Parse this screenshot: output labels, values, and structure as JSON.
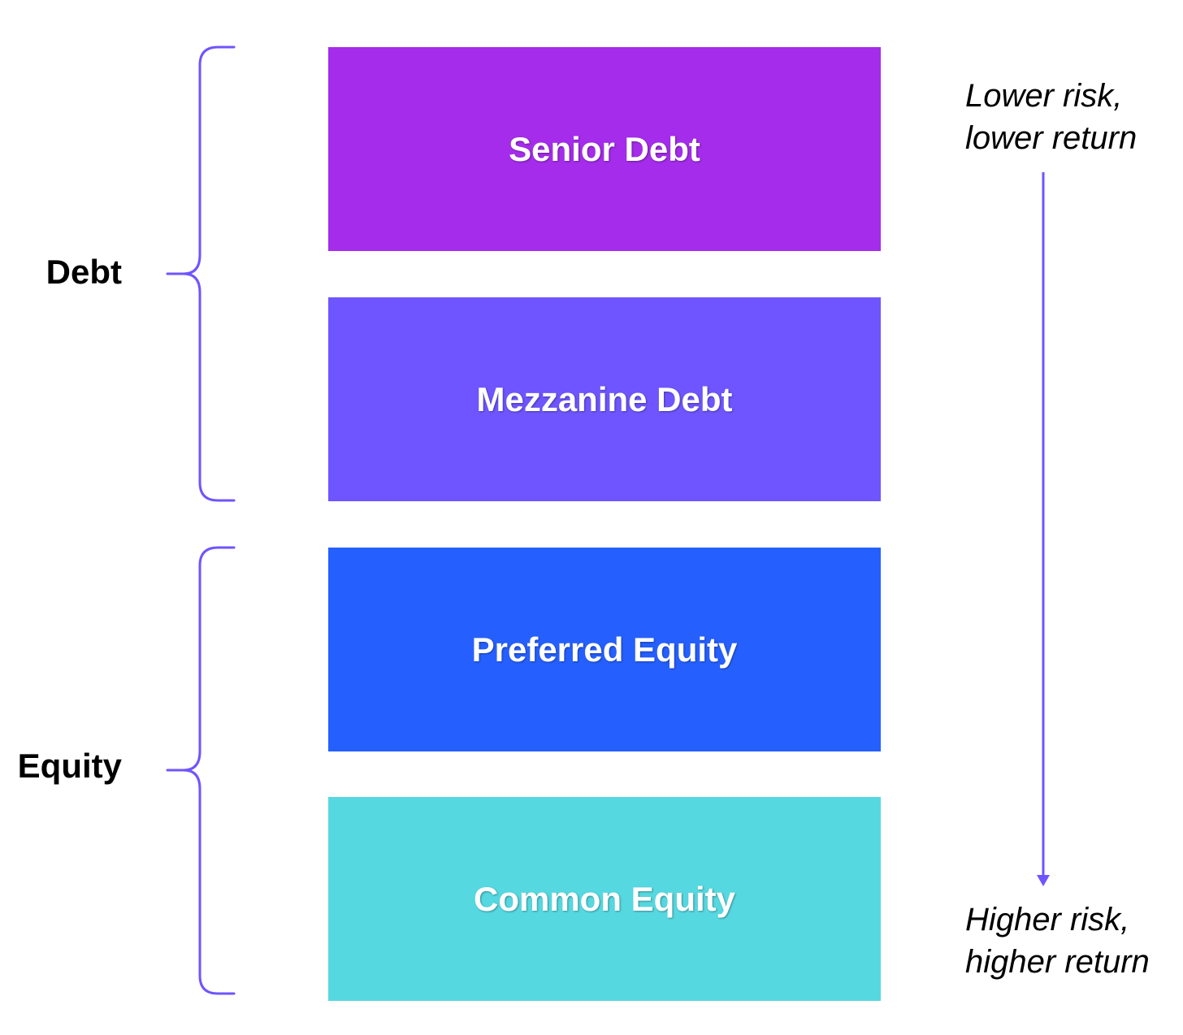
{
  "tiers": [
    {
      "label": "Senior Debt",
      "color": "#A42CEA"
    },
    {
      "label": "Mezzanine Debt",
      "color": "#6E55FF"
    },
    {
      "label": "Preferred Equity",
      "color": "#2560FF"
    },
    {
      "label": "Common Equity",
      "color": "#56D8E0"
    }
  ],
  "groups": {
    "debt": "Debt",
    "equity": "Equity"
  },
  "risk": {
    "top_line1": "Lower risk,",
    "top_line2": "lower return",
    "bottom_line1": "Higher risk,",
    "bottom_line2": "higher return"
  },
  "colors": {
    "accent": "#6E55FF"
  }
}
